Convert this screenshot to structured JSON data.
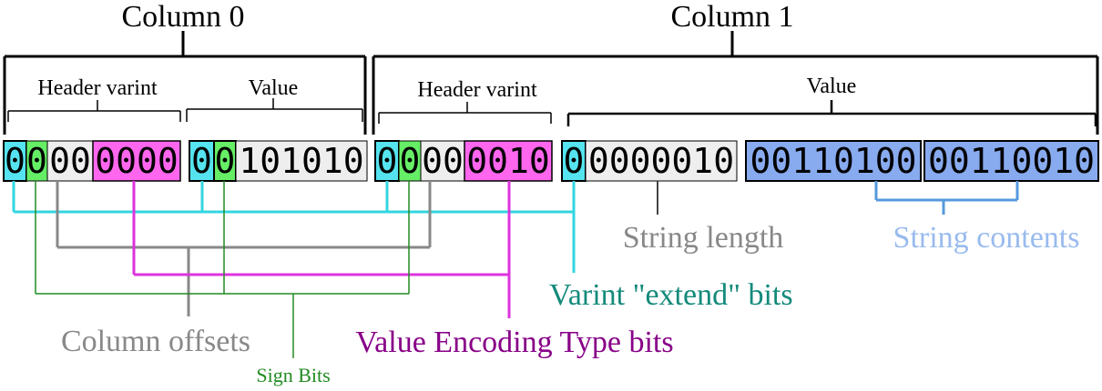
{
  "columns": {
    "col0_title": "Column 0",
    "col1_title": "Column 1"
  },
  "subsections": {
    "col0_header": "Header varint",
    "col0_value": "Value",
    "col1_header": "Header varint",
    "col1_value": "Value"
  },
  "bits": {
    "col0_header": {
      "extend": "0",
      "sign": "0",
      "offset": "00",
      "encoding": "0000"
    },
    "col0_value": {
      "extend": "0",
      "sign": "0",
      "body": "101010"
    },
    "col1_header": {
      "extend": "0",
      "sign": "0",
      "offset": "00",
      "encoding": "0010"
    },
    "col1_value": {
      "extend": "0",
      "length": "0000010",
      "byte1": "00110100",
      "byte2": "00110010"
    }
  },
  "annotations": {
    "string_length": "String length",
    "string_contents": "String contents",
    "varint_extend": "Varint \"extend\" bits",
    "column_offsets": "Column offsets",
    "value_encoding": "Value Encoding Type bits",
    "sign_bits": "Sign Bits"
  },
  "colors": {
    "extend": "#55e3ef",
    "sign": "#66ee66",
    "offset": "#eeeeee",
    "encoding": "#ff66ee",
    "bytes": "#88aaee",
    "cyan_line": "#33d6e0",
    "gray_line": "#888888",
    "magenta_line": "#dd33dd",
    "green_line": "#228b22",
    "blue_line": "#5599dd",
    "extend_text": "#138a7a",
    "offsets_text": "#888888",
    "encoding_text": "#880088",
    "sign_text": "#228b22",
    "contents_text": "#99bbee"
  }
}
